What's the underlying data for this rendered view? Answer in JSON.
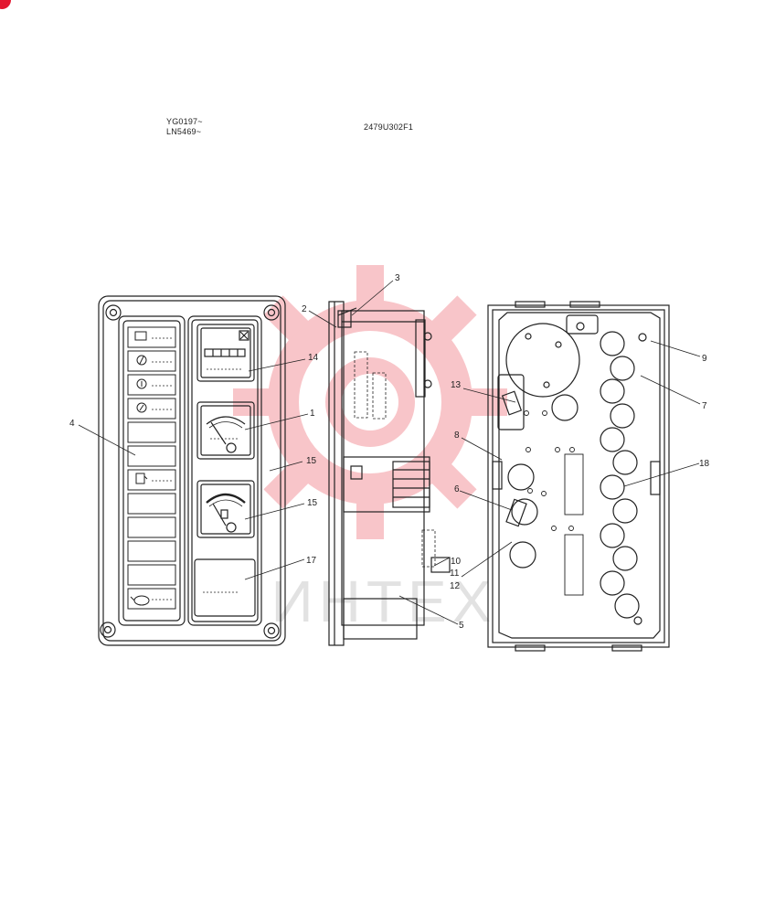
{
  "header": {
    "serial_line_1": "YG0197~",
    "serial_line_2": "LN5469~",
    "drawing_number": "2479U302F1"
  },
  "watermark": {
    "text": "ИНТЕХ",
    "color": "#e8343f"
  },
  "callouts": {
    "c1": "1",
    "c2": "2",
    "c3": "3",
    "c4": "4",
    "c5": "5",
    "c6": "6",
    "c7": "7",
    "c8": "8",
    "c9": "9",
    "c10": "10",
    "c11": "11",
    "c12": "12",
    "c13": "13",
    "c14": "14",
    "c15a": "15",
    "c15b": "15",
    "c17": "17",
    "c18": "18"
  },
  "colors": {
    "line": "#222222",
    "accent": "#e3162f"
  }
}
